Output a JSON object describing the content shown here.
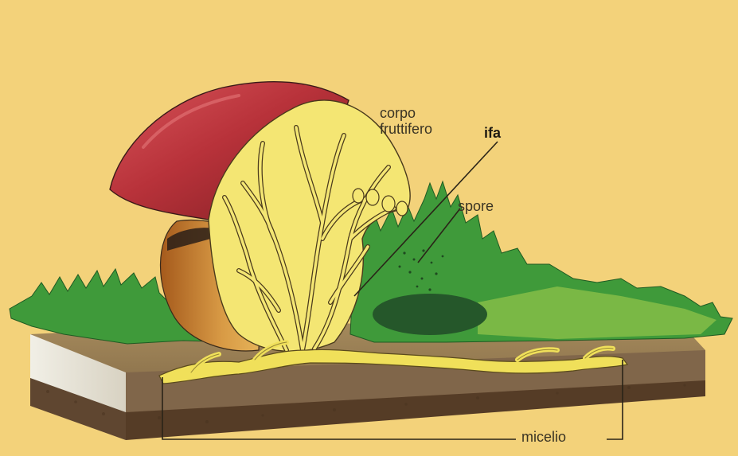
{
  "diagram": {
    "labels": {
      "fruiting_body_line1": "corpo",
      "fruiting_body_line2": "fruttifero",
      "hypha": "ifa",
      "spores": "spore",
      "mycelium": "micelio"
    },
    "colors": {
      "background": "#f3d27a",
      "cap": "#b8323a",
      "flesh": "#f4e673",
      "stem": "#cf8a36",
      "grass": "#3f9a3a",
      "soil": "#8b7248",
      "mycelium": "#f0e05a",
      "shadow": "#25572a"
    }
  }
}
